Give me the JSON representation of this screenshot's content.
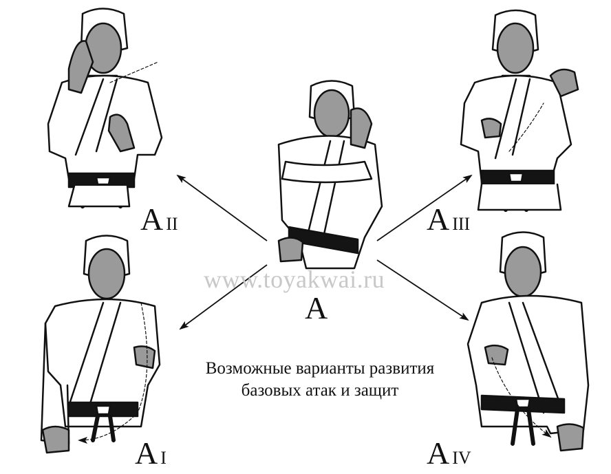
{
  "watermark": "www.toyakwai.ru",
  "caption": {
    "line1": "Возможные варианты развития",
    "line2": "базовых атак и защит"
  },
  "labels": {
    "center": {
      "main": "A",
      "sub": ""
    },
    "a1": {
      "main": "A",
      "sub": "I"
    },
    "a2": {
      "main": "A",
      "sub": "II"
    },
    "a3": {
      "main": "A",
      "sub": "III"
    },
    "a4": {
      "main": "A",
      "sub": "IV"
    }
  },
  "colors": {
    "ink": "#111111",
    "gi": "#ffffff",
    "face": "#9a9a9a",
    "belt": "#141414",
    "watermark": "#c8c8c8"
  }
}
